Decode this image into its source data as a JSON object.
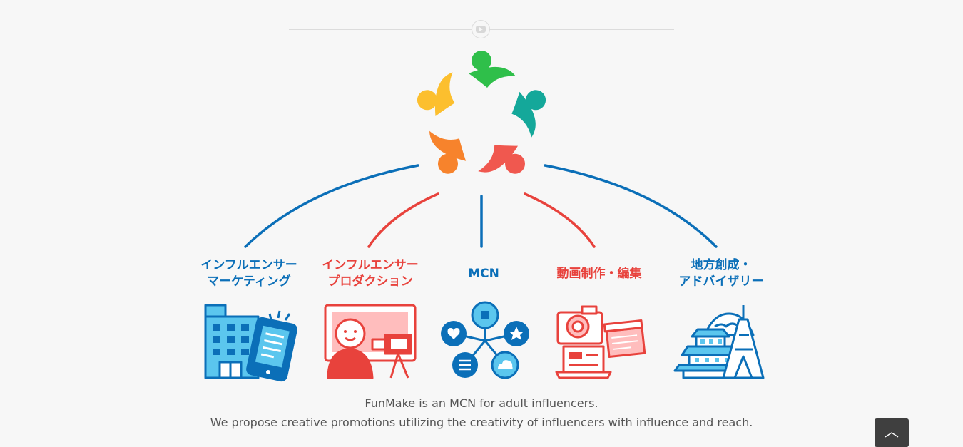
{
  "colors": {
    "blue": "#0b6fb8",
    "red": "#e8423c",
    "light_blue": "#5bc6ee",
    "pink": "#ffbdbd",
    "text": "#555555"
  },
  "services": [
    {
      "id": "influencer-marketing",
      "label": "インフルエンサー\nマーケティング",
      "color": "#0b6fb8",
      "icon": "building-phone-icon"
    },
    {
      "id": "influencer-production",
      "label": "インフルエンサー\nプロダクション",
      "color": "#e8423c",
      "icon": "streamer-camera-icon"
    },
    {
      "id": "mcn",
      "label": "MCN",
      "color": "#0b6fb8",
      "icon": "network-icon"
    },
    {
      "id": "video-production",
      "label": "動画制作・編集",
      "color": "#e8423c",
      "icon": "camera-clapper-icon"
    },
    {
      "id": "regional",
      "label": "地方創成・\nアドバイザリー",
      "color": "#0b6fb8",
      "icon": "castle-tower-icon"
    }
  ],
  "description": {
    "line1": "FunMake is an MCN for adult influencers.",
    "line2": "We propose creative promotions utilizing the creativity of influencers with influence and reach."
  },
  "back_to_top": {
    "icon": "chevron-up-icon",
    "glyph": "︿"
  }
}
